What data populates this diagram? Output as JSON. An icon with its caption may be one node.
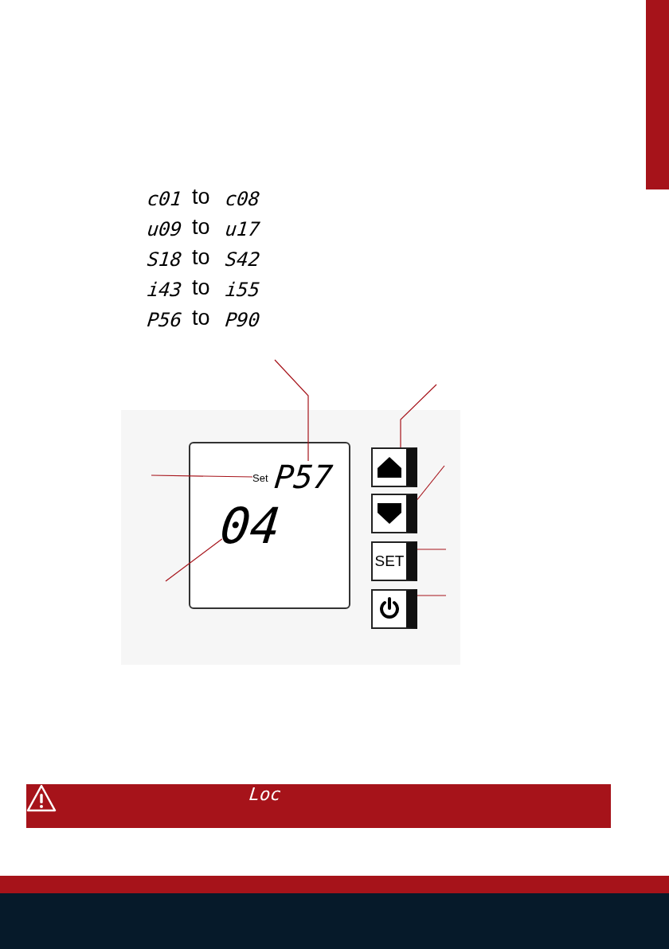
{
  "diagram": {
    "nodes": [
      {
        "text": [],
        "shape": "box"
      },
      {
        "text": [
          "Set"
        ],
        "in": 0
      },
      {
        "text": [
          "P57"
        ],
        "in": 0
      },
      {
        "text": [
          "04"
        ],
        "in": 0
      },
      {
        "text": [],
        "shape": "box"
      },
      {
        "text": [],
        "shape": "box"
      },
      {
        "text": [
          "SET"
        ]
      },
      {
        "text": [],
        "shape": "box"
      },
      {
        "text": [
          "Loc"
        ]
      }
    ],
    "edges": [
      {
        "from": null,
        "to": 2,
        "arrow": "none"
      },
      {
        "from": null,
        "to": 4,
        "arrow": "none"
      },
      {
        "from": null,
        "to": 5,
        "arrow": "none"
      },
      {
        "from": null,
        "to": 6,
        "arrow": "none"
      },
      {
        "from": null,
        "to": 7,
        "arrow": "none"
      },
      {
        "from": null,
        "to": 1,
        "arrow": "none"
      },
      {
        "from": null,
        "to": 3,
        "arrow": "none"
      }
    ],
    "labels": [
      "c01",
      "to",
      "c08",
      "u09",
      "to",
      "u17",
      "S18",
      "to",
      "S42",
      "i43",
      "to",
      "i55",
      "P56",
      "to",
      "P90"
    ]
  }
}
